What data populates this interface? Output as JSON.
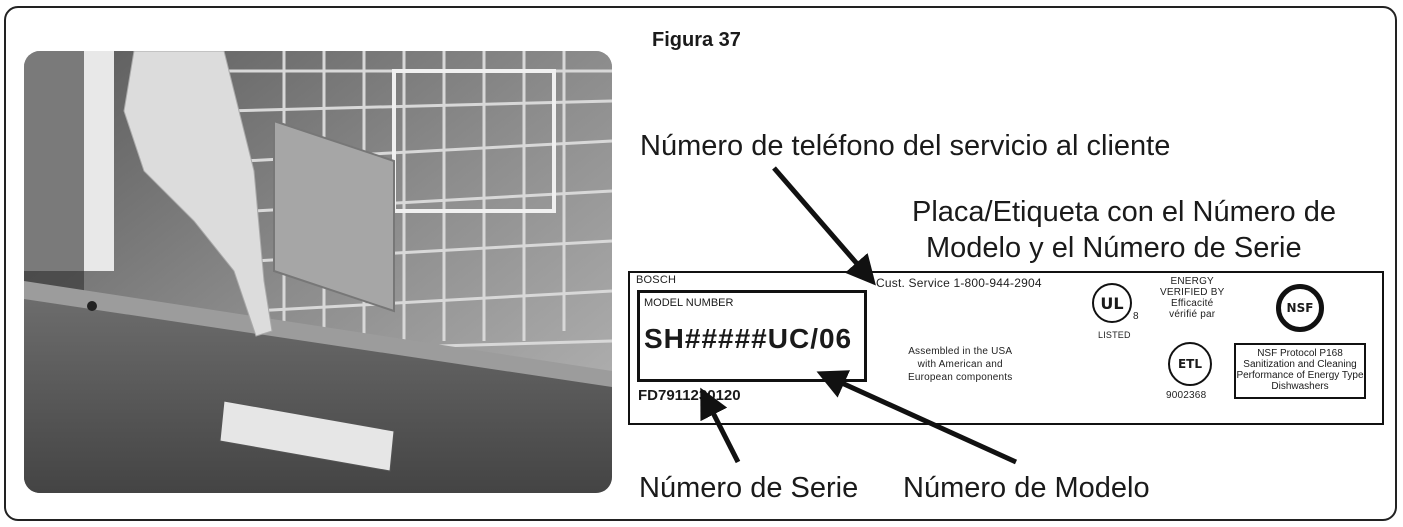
{
  "figure": {
    "title": "Figura 37"
  },
  "callouts": {
    "phone": "Número de teléfono del servicio al cliente",
    "plate_line1": "Placa/Etiqueta con el Número de",
    "plate_line2": "Modelo y el Número de Serie",
    "serial": "Número de Serie",
    "model": "Número de Modelo"
  },
  "rating_plate": {
    "brand": "BOSCH",
    "model_header": "MODEL NUMBER",
    "model_number": "SH#####UC/06",
    "serial_number": "FD7911230120",
    "cust_service": "Cust. Service 1-800-944-2904",
    "ul_mark": "UL",
    "ul_listed": "LISTED",
    "ul_code": "8",
    "etl_mark": "ETL",
    "etl_code": "9002368",
    "energy": [
      "ENERGY",
      "VERIFIED BY",
      "Efficacité",
      "vérifié par"
    ],
    "nsf_mark": "NSF",
    "nsf_text": "NSF Protocol P168 Sanitization and Cleaning Performance of Energy Type Dishwashers",
    "origin": [
      "Assembled in the USA",
      "with American and",
      "European components"
    ]
  }
}
